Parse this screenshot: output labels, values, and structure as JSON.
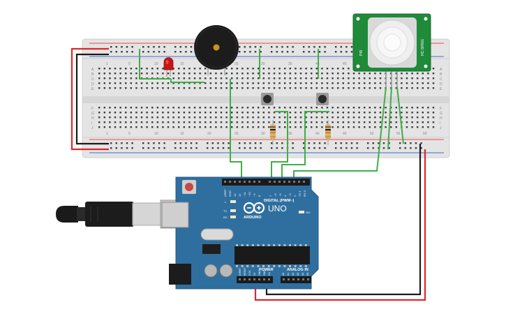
{
  "breadboard": {
    "row_letters_top": [
      "A",
      "B",
      "C",
      "D",
      "E"
    ],
    "row_letters_bottom": [
      "F",
      "G",
      "H",
      "I",
      "J"
    ],
    "column_numbers": [
      "1",
      "5",
      "10",
      "15",
      "20",
      "25",
      "30",
      "35",
      "40",
      "45",
      "50",
      "55",
      "60"
    ]
  },
  "pir_sensor": {
    "label_left": "PIR",
    "label_right": "HC-SR501"
  },
  "arduino": {
    "model": "UNO",
    "brand": "ARDUINO",
    "digital_label": "DIGITAL (PWM~)",
    "power_label": "POWER",
    "analog_label": "ANALOG IN",
    "on_label": "ON",
    "l_label": "L",
    "tx_label": "TX",
    "rx_label": "RX",
    "digital_pins": [
      "AREF",
      "GND",
      "13",
      "12",
      "~11",
      "~10",
      "~9",
      "8",
      "7",
      "~6",
      "~5",
      "4",
      "~3",
      "2",
      "TX 1",
      "RX 0"
    ],
    "power_pins": [
      "IOREF",
      "RESET",
      "3.3V",
      "5V",
      "GND",
      "GND",
      "Vin"
    ],
    "analog_pins": [
      "A0",
      "A1",
      "A2",
      "A3",
      "A4",
      "A5"
    ]
  },
  "colors": {
    "breadboard": "#e6e6e6",
    "wire_green": "#3fae48",
    "wire_red": "#e0262a",
    "wire_black": "#1a1a1a",
    "arduino_board": "#2f6f9f",
    "pir_board": "#1f8a3a",
    "buzzer": "#1c1c1c",
    "led": "#c81515"
  }
}
